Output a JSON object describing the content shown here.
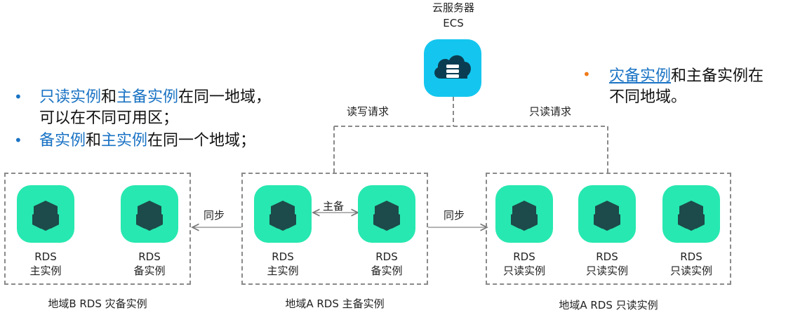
{
  "ecs": {
    "title": "云服务器",
    "subtitle": "ECS"
  },
  "edges": {
    "read_write": "读写请求",
    "read_only": "只读请求",
    "sync_left": "同步",
    "sync_right": "同步",
    "master_standby": "主备"
  },
  "bullets_left": [
    {
      "part1": "只读实例",
      "part2": "和",
      "part3": "主备实例",
      "part4": "在同一地域，",
      "line2": "可以在不同可用区；"
    },
    {
      "part1": "备实例",
      "part2": "和",
      "part3": "主实例",
      "part4": "在同一个地域；"
    }
  ],
  "bullet_right": {
    "part1": "灾备实例",
    "part2": "和主备实例在",
    "line2": "不同地域。"
  },
  "groups": [
    {
      "label": "地域B RDS 灾备实例",
      "nodes": [
        {
          "line1": "RDS",
          "line2": "主实例"
        },
        {
          "line1": "RDS",
          "line2": "备实例"
        }
      ]
    },
    {
      "label": "地域A RDS 主备实例",
      "nodes": [
        {
          "line1": "RDS",
          "line2": "主实例"
        },
        {
          "line1": "RDS",
          "line2": "备实例"
        }
      ]
    },
    {
      "label": "地域A RDS 只读实例",
      "nodes": [
        {
          "line1": "RDS",
          "line2": "只读实例"
        },
        {
          "line1": "RDS",
          "line2": "只读实例"
        },
        {
          "line1": "RDS",
          "line2": "只读实例"
        }
      ]
    }
  ],
  "colors": {
    "rds": "#27e8b0",
    "ecs": "#14c6ef",
    "accent": "#1a73c4",
    "bullet_right": "#f07a1a"
  }
}
